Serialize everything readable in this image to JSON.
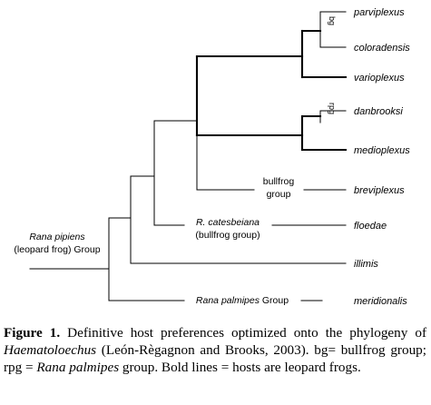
{
  "figure": {
    "taxa": {
      "parviplexus": "parviplexus",
      "coloradensis": "coloradensis",
      "varioplexus": "varioplexus",
      "danbrooksi": "danbrooksi",
      "medioplexus": "medioplexus",
      "breviplexus": "breviplexus",
      "floedae": "floedae",
      "illimis": "illimis",
      "meridionalis": "meridionalis"
    },
    "clade_labels": {
      "bg": "bg",
      "rpg": "rpg"
    },
    "group_labels": {
      "bullfrog_line1": "bullfrog",
      "bullfrog_line2": "group",
      "catesbeiana_line1": "R. catesbeiana",
      "catesbeiana_line2": "(bullfrog group)",
      "pipiens_line1": "Rana pipiens",
      "pipiens_line2": "(leopard frog) Group",
      "palmipes_italic": "Rana palmipes",
      "palmipes_rest": " Group"
    }
  },
  "caption": {
    "label": "Figure 1.",
    "text_1": " Definitive host preferences optimized onto the phylogeny of ",
    "genus": "Haematoloechus",
    "text_2": " (León-Règagnon and Brooks, 2003). bg= bullfrog group; rpg = ",
    "species_group": "Rana palmipes",
    "text_3": " group. Bold lines = hosts are leopard frogs."
  }
}
